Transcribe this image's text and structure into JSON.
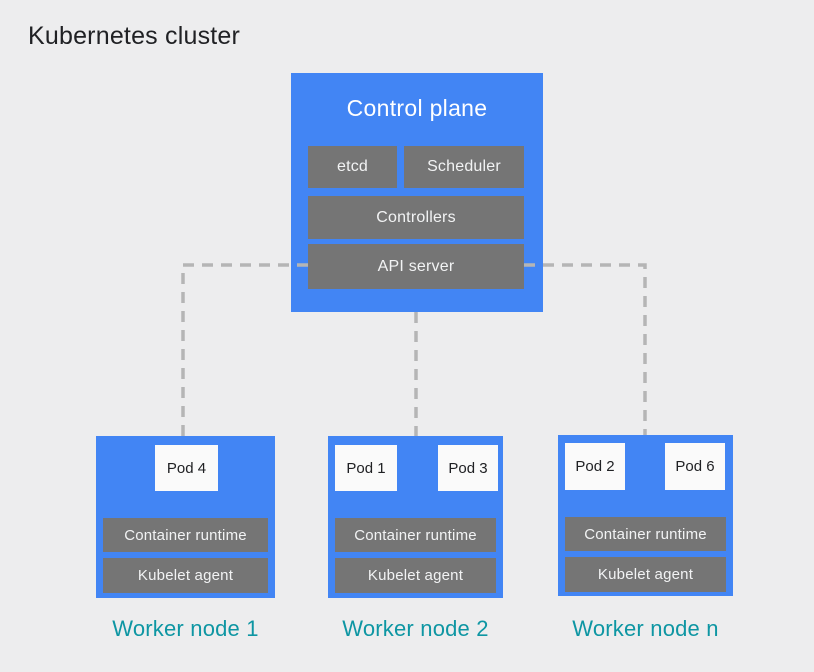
{
  "title": "Kubernetes cluster",
  "control_plane": {
    "label": "Control plane",
    "components": [
      "etcd",
      "Scheduler",
      "Controllers",
      "API server"
    ]
  },
  "workers": [
    {
      "label": "Worker node 1",
      "pods": [
        "Pod 4"
      ],
      "components": [
        "Container runtime",
        "Kubelet agent"
      ]
    },
    {
      "label": "Worker node 2",
      "pods": [
        "Pod 1",
        "Pod 3"
      ],
      "components": [
        "Container runtime",
        "Kubelet agent"
      ]
    },
    {
      "label": "Worker node n",
      "pods": [
        "Pod 2",
        "Pod 6"
      ],
      "components": [
        "Container runtime",
        "Kubelet agent"
      ]
    }
  ],
  "colors": {
    "background": "#ededee",
    "node_blue": "#4285f4",
    "component_gray": "#757575",
    "component_text": "#f2f3f4",
    "pod_background": "#fafafa",
    "pod_text": "#202124",
    "worker_label_teal": "#0e96a3",
    "connector_gray": "#b5b5b5",
    "title_text": "#202124",
    "control_plane_title_text": "#ffffff"
  }
}
